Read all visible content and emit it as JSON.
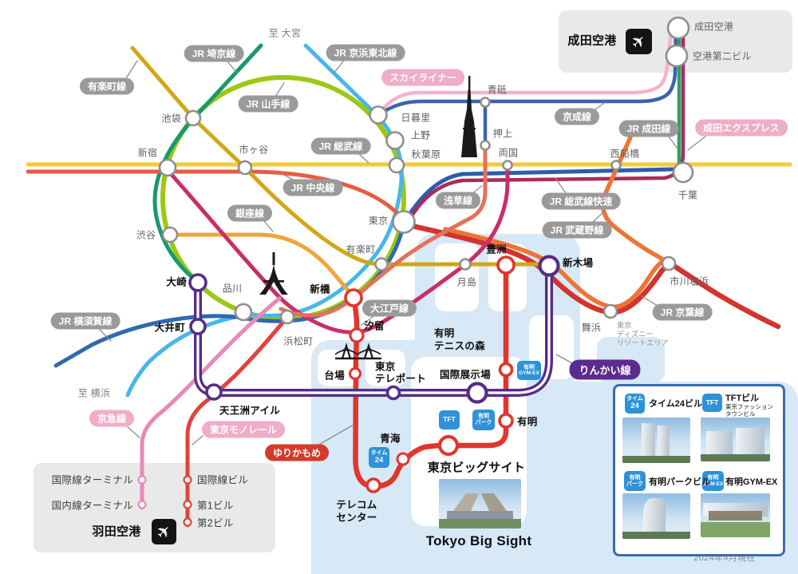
{
  "as_of": "2024年4月現在",
  "notes": {
    "to_omiya": "至 大宮",
    "to_yokohama": "至 横浜",
    "disney_1": "東京",
    "disney_2": "ディズニー",
    "disney_3": "リゾートエリア"
  },
  "airports": {
    "narita": "成田空港",
    "haneda": "羽田空港"
  },
  "lines": {
    "yurakucho_line": {
      "label": "有楽町線",
      "color": "#d1a717"
    },
    "saikyo": {
      "label": "JR 埼京線",
      "color": "#18996e"
    },
    "keihin_tohoku": {
      "label": "JR 京浜東北線",
      "color": "#47b7e8"
    },
    "yamanote": {
      "label": "JR 山手線",
      "color": "#9cc813"
    },
    "sobu": {
      "label": "JR 総武線",
      "color": "#f2ca3c"
    },
    "chuo": {
      "label": "JR 中央線",
      "color": "#e85c41"
    },
    "skyliner": {
      "label": "スカイライナー",
      "color": "#f2b3cb"
    },
    "keisei": {
      "label": "京成線",
      "color": "#3d63ae"
    },
    "jr_narita": {
      "label": "JR 成田線",
      "color": "#2f9e63"
    },
    "narita_express": {
      "label": "成田エクスプレス",
      "color": "#a72c5d"
    },
    "sobu_rapid": {
      "label": "JR 総武線快速",
      "color": "#2c5ea9"
    },
    "ginza": {
      "label": "銀座線",
      "color": "#f0a43c"
    },
    "asakusa": {
      "label": "浅草線",
      "color": "#e4705c"
    },
    "oedo": {
      "label": "大江戸線",
      "color": "#c92e68"
    },
    "musashino": {
      "label": "JR 武蔵野線",
      "color": "#ee7434"
    },
    "keiyo": {
      "label": "JR 京葉線",
      "color": "#d2342e"
    },
    "yokosuka": {
      "label": "JR 横須賀線",
      "color": "#3069b0"
    },
    "keikyu": {
      "label": "京急線",
      "color": "#e989b5"
    },
    "monorail": {
      "label": "東京モノレール",
      "color": "#e2423c"
    },
    "yurikamome": {
      "label": "ゆりかもめ",
      "color": "#df362e"
    },
    "rinkai": {
      "label": "りんかい線",
      "color": "#552d88"
    }
  },
  "stations": {
    "ikebukuro": "池袋",
    "shinjuku": "新宿",
    "ichigaya": "市ヶ谷",
    "shibuya": "渋谷",
    "osaki": "大崎",
    "oimachi": "大井町",
    "shinagawa": "品川",
    "hamamatsucho": "浜松町",
    "shimbashi": "新橋",
    "shiodome": "汐留",
    "yurakucho": "有楽町",
    "tokyo": "東京",
    "akihabara": "秋葉原",
    "ueno": "上野",
    "nippori": "日暮里",
    "aoto": "青砥",
    "oshiage": "押上",
    "ryogoku": "両国",
    "nishi_funabashi": "西船橋",
    "chiba": "千葉",
    "narita_airport": "成田空港",
    "terminal2": "空港第二ビル",
    "tsukishima": "月島",
    "toyosu": "豊洲",
    "shin_kiba": "新木場",
    "ichikawa_shiohama": "市川塩浜",
    "maihama": "舞浜",
    "tennozu_isle": "天王洲アイル",
    "daiba": "台場",
    "teleport_1": "東京",
    "teleport_2": "テレポート",
    "kokusai_tenjijo": "国際展示場",
    "tennis_1": "有明",
    "tennis_2": "テニスの森",
    "ariake": "有明",
    "aomi": "青海",
    "telecom_1": "テレコム",
    "telecom_2": "センター",
    "intl_terminal": "国際線ターミナル",
    "dom_terminal": "国内線ターミナル",
    "intl_bldg": "国際線ビル",
    "bldg1": "第1ビル",
    "bldg2": "第2ビル"
  },
  "big_sight": {
    "ja": "東京ビッグサイト",
    "en": "Tokyo Big Sight"
  },
  "badges": {
    "time24_1": "タイム",
    "time24_2": "24",
    "tft": "TFT",
    "ariake_park_1": "有明",
    "ariake_park_2": "パーク",
    "gymex_1": "有明",
    "gymex_2": "GYM-EX"
  },
  "legend": {
    "items": [
      {
        "name": "タイム24ビル"
      },
      {
        "name": "TFTビル",
        "sub1": "東京ファッション",
        "sub2": "タウンビル"
      },
      {
        "name": "有明パークビル"
      },
      {
        "name": "有明GYM-EX"
      }
    ]
  }
}
